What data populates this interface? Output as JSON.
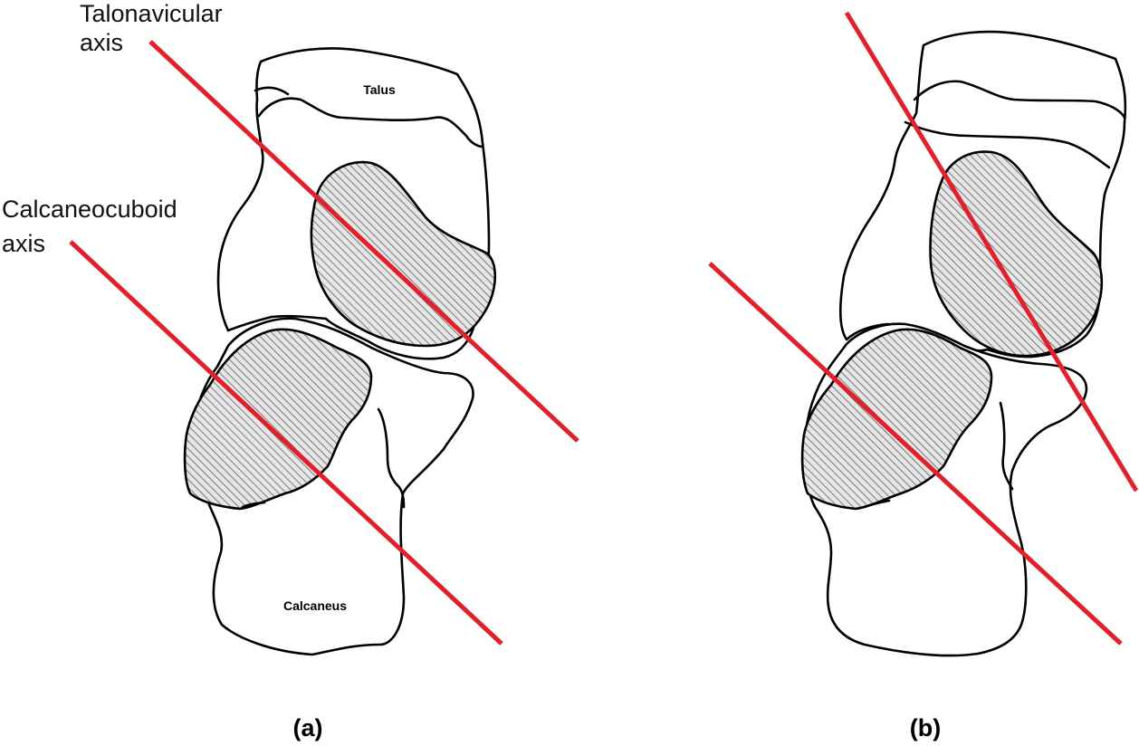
{
  "colors": {
    "axis_line": "#e0202a",
    "facet_hatch": "#555555",
    "facet_fill": "#e6e6e6",
    "outline": "#000000"
  },
  "labels": {
    "talonavicular_line1": "Talonavicular",
    "talonavicular_line2": "axis",
    "calcaneocuboid_line1": "Calcaneocuboid",
    "calcaneocuboid_line2": "axis",
    "talus": "Talus",
    "calcaneus": "Calcaneus"
  },
  "panels": {
    "a": "(a)",
    "b": "(b)"
  }
}
